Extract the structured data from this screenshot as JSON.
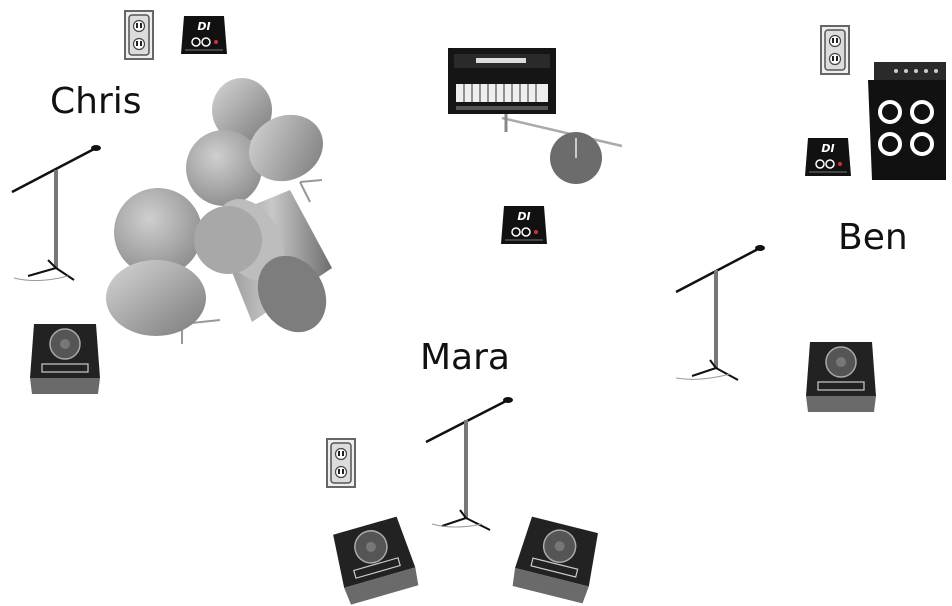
{
  "title": "",
  "performers": {
    "chris": {
      "name": "Chris"
    },
    "mara": {
      "name": "Mara"
    },
    "ben": {
      "name": "Ben"
    }
  },
  "di_box_text": "DI",
  "colors": {
    "background": "#ffffff",
    "equipment_dark": "#111111",
    "drum_gray": "#9a9a9a",
    "outlet_frame": "#666666"
  }
}
